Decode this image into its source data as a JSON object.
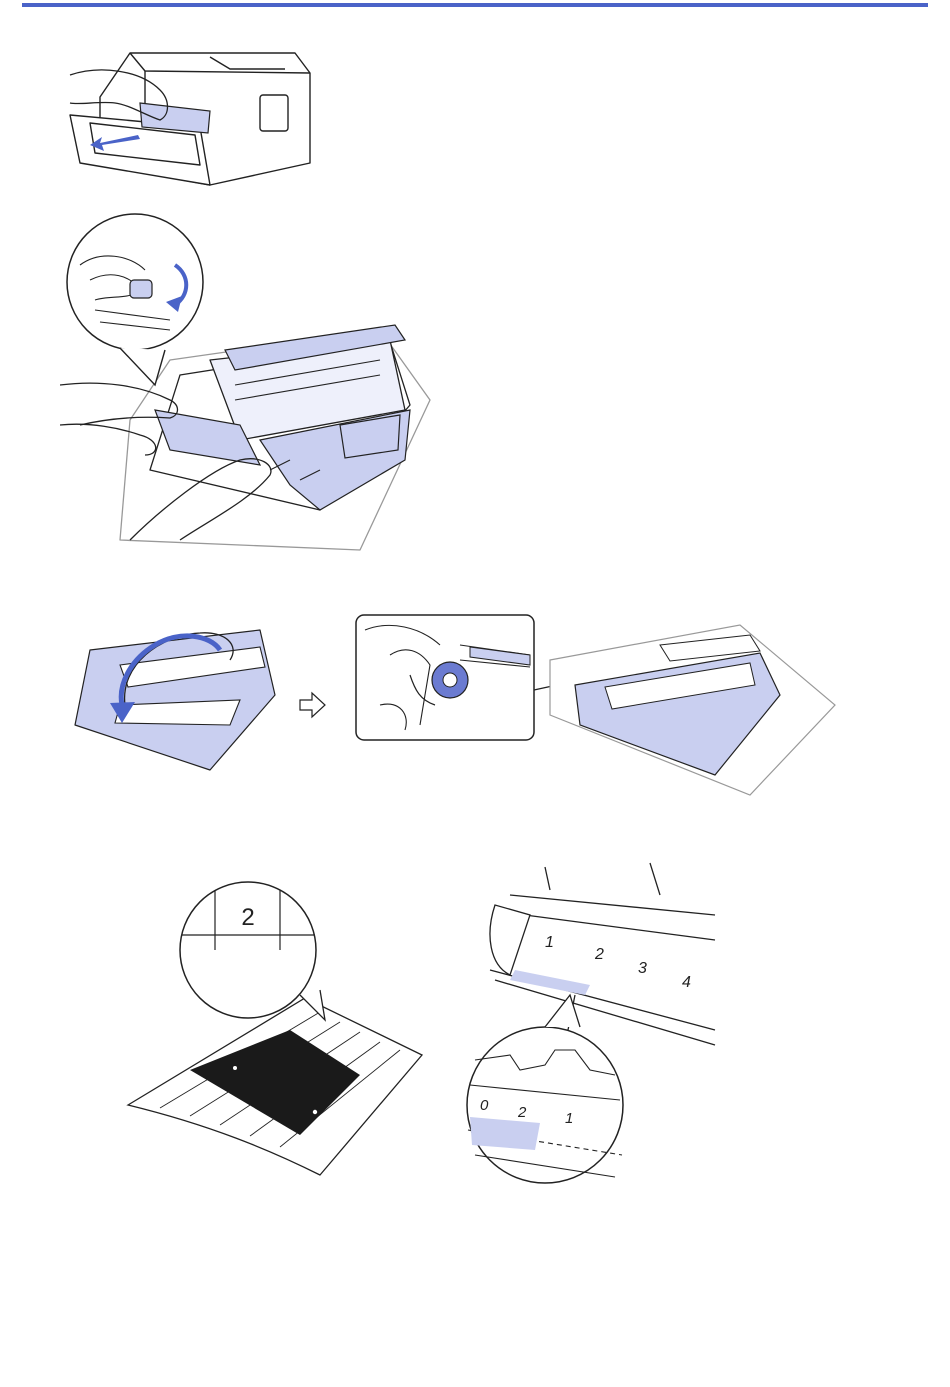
{
  "page": {
    "accent_color": "#4a63c8",
    "drum_tint": "#c9cff0",
    "drum_tint_dark": "#6b7bd1"
  },
  "figure4": {
    "printout_callout_number": "2",
    "drum_numbers": [
      "1",
      "2",
      "3",
      "4"
    ],
    "zoom_numbers": [
      "0",
      "2",
      "1"
    ]
  }
}
